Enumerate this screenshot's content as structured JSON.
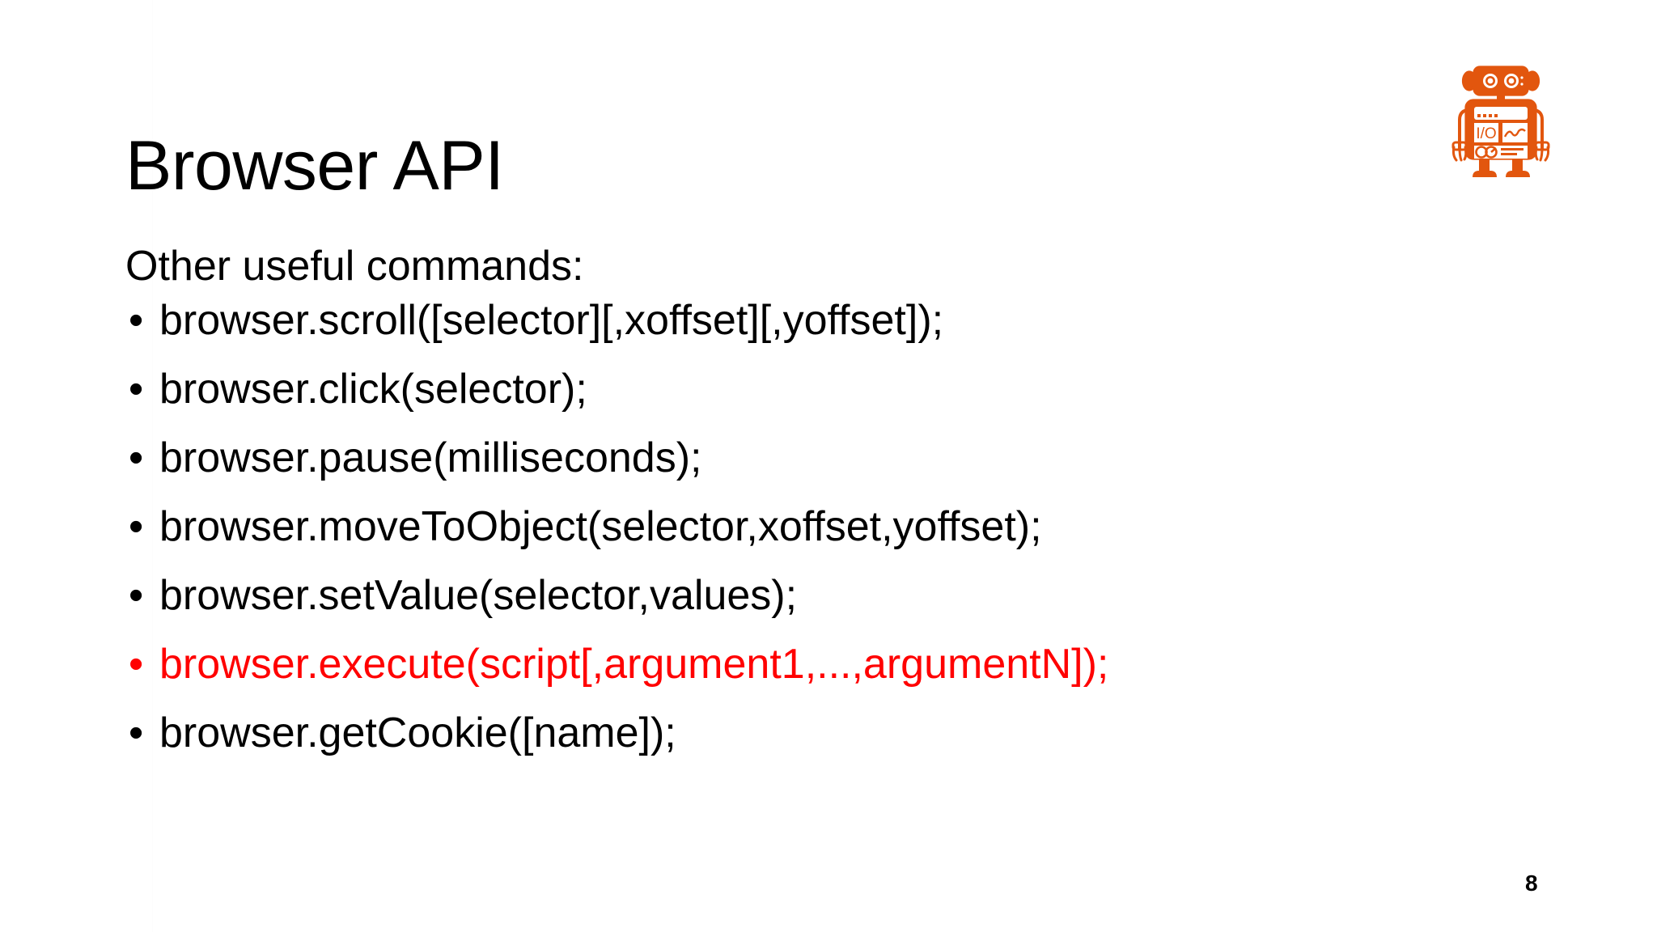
{
  "slide": {
    "title": "Browser API",
    "page_number": "8",
    "background_color": "#ffffff",
    "text_color": "#000000",
    "highlight_color": "#ff0000",
    "logo_color": "#e2560e"
  },
  "body": {
    "lead_line": "Other useful commands:",
    "bullet_glyph": "•",
    "commands": [
      {
        "text": "browser.scroll([selector][,xoffset][,yoffset]);",
        "highlighted": false
      },
      {
        "text": "browser.click(selector);",
        "highlighted": false
      },
      {
        "text": "browser.pause(milliseconds);",
        "highlighted": false
      },
      {
        "text": "browser.moveToObject(selector,xoffset,yoffset);",
        "highlighted": false
      },
      {
        "text": "browser.setValue(selector,values);",
        "highlighted": false
      },
      {
        "text": "browser.execute(script[,argument1,...,argumentN]);",
        "highlighted": true
      },
      {
        "text": "browser.getCookie([name]);",
        "highlighted": false
      }
    ]
  },
  "logo": {
    "name": "robot-logo",
    "label": "I/O",
    "color": "#e2560e"
  }
}
